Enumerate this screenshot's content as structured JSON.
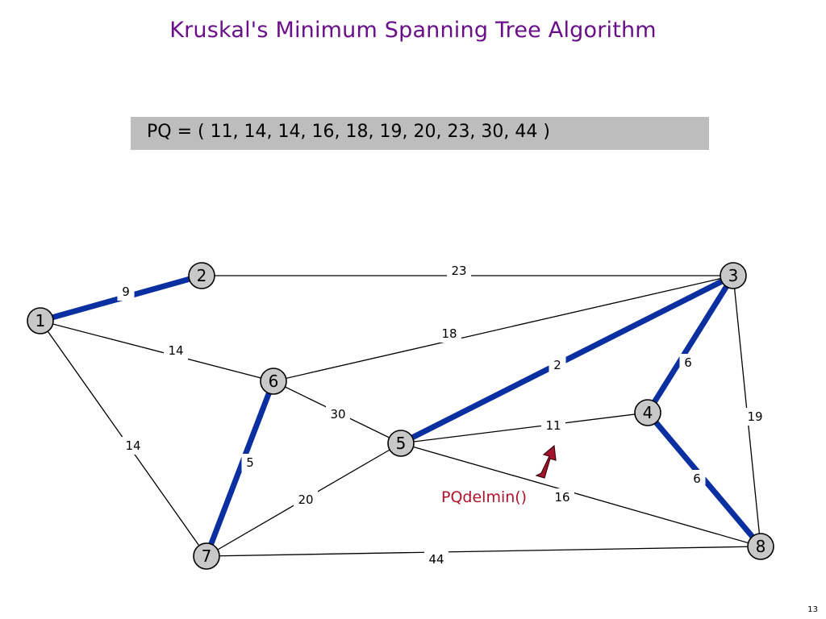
{
  "title": "Kruskal's Minimum Spanning Tree Algorithm",
  "pq_text": "PQ = ( 11, 14, 14, 16, 18, 19, 20, 23, 30, 44 )",
  "operation": "PQdelmin()",
  "page_number": "13",
  "colors": {
    "title": "#6a0f8a",
    "tree_edge": "#0a2fa0",
    "operation": "#b0122a",
    "node_fill": "#c8c8c8",
    "pq_background": "#bdbdbd"
  },
  "graph": {
    "nodes": [
      {
        "id": "1",
        "label": "1"
      },
      {
        "id": "2",
        "label": "2"
      },
      {
        "id": "3",
        "label": "3"
      },
      {
        "id": "4",
        "label": "4"
      },
      {
        "id": "5",
        "label": "5"
      },
      {
        "id": "6",
        "label": "6"
      },
      {
        "id": "7",
        "label": "7"
      },
      {
        "id": "8",
        "label": "8"
      }
    ],
    "edges": [
      {
        "from": "1",
        "to": "2",
        "weight": "9",
        "in_tree": true
      },
      {
        "from": "2",
        "to": "3",
        "weight": "23",
        "in_tree": false
      },
      {
        "from": "1",
        "to": "6",
        "weight": "14",
        "in_tree": false
      },
      {
        "from": "1",
        "to": "7",
        "weight": "14",
        "in_tree": false
      },
      {
        "from": "6",
        "to": "3",
        "weight": "18",
        "in_tree": false
      },
      {
        "from": "6",
        "to": "5",
        "weight": "30",
        "in_tree": false
      },
      {
        "from": "6",
        "to": "7",
        "weight": "5",
        "in_tree": true
      },
      {
        "from": "5",
        "to": "3",
        "weight": "2",
        "in_tree": true
      },
      {
        "from": "3",
        "to": "4",
        "weight": "6",
        "in_tree": true
      },
      {
        "from": "3",
        "to": "8",
        "weight": "19",
        "in_tree": false
      },
      {
        "from": "5",
        "to": "4",
        "weight": "11",
        "in_tree": false
      },
      {
        "from": "4",
        "to": "8",
        "weight": "6",
        "in_tree": true
      },
      {
        "from": "5",
        "to": "8",
        "weight": "16",
        "in_tree": false
      },
      {
        "from": "5",
        "to": "7",
        "weight": "20",
        "in_tree": false
      },
      {
        "from": "7",
        "to": "8",
        "weight": "44",
        "in_tree": false
      }
    ]
  }
}
